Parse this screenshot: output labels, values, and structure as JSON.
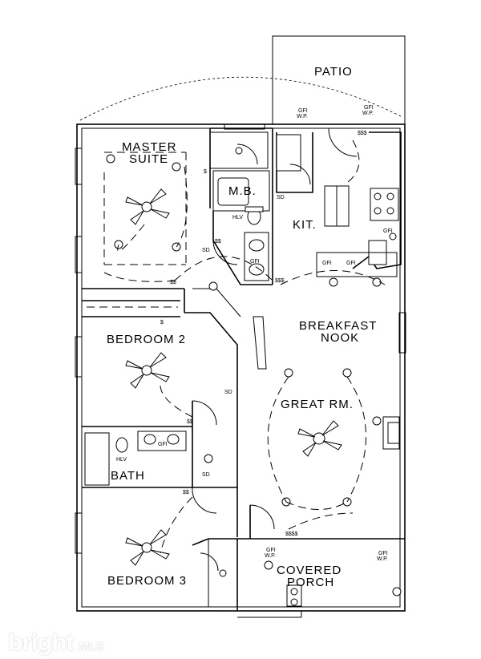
{
  "rooms": {
    "patio": "PATIO",
    "master_suite_line1": "MASTER",
    "master_suite_line2": "SUITE",
    "master_bath": "M.B.",
    "kitchen": "KIT.",
    "breakfast_nook_line1": "BREAKFAST",
    "breakfast_nook_line2": "NOOK",
    "bedroom2": "BEDROOM 2",
    "great_room": "GREAT RM.",
    "bath": "BATH",
    "bedroom3": "BEDROOM 3",
    "covered_porch_line1": "COVERED",
    "covered_porch_line2": "PORCH"
  },
  "annotations": {
    "smoke_detector": "SD",
    "gfi": "GFI",
    "gfi_wp_line1": "GFI",
    "gfi_wp_line2": "W.P.",
    "hlv": "HLV",
    "switch_single": "$",
    "switch_double": "$$",
    "switch_triple": "$$$",
    "switch_quad": "$$$$"
  },
  "watermark": {
    "brand": "bright",
    "suffix": "MLS"
  }
}
